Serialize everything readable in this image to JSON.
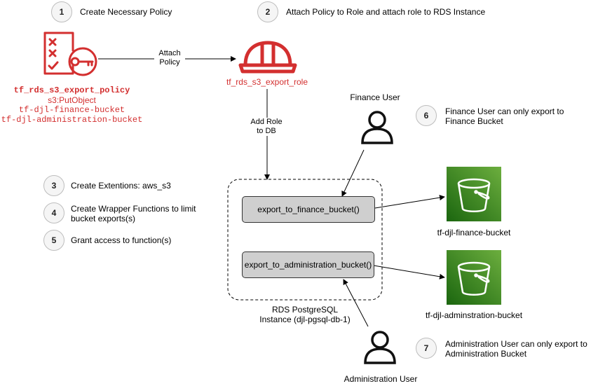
{
  "steps": [
    {
      "num": "1",
      "text": "Create Necessary Policy"
    },
    {
      "num": "2",
      "text": "Attach Policy to Role and attach role to RDS Instance"
    },
    {
      "num": "3",
      "text": "Create Extentions: aws_s3"
    },
    {
      "num": "4",
      "line1": "Create Wrapper Functions to limit",
      "line2": "bucket exports(s)"
    },
    {
      "num": "5",
      "text": "Grant access to function(s)"
    },
    {
      "num": "6",
      "line1": "Finance User can only export to",
      "line2": "Finance Bucket"
    },
    {
      "num": "7",
      "line1": "Administration User can only export to",
      "line2": "Administration Bucket"
    }
  ],
  "policy": {
    "name": "tf_rds_s3_export_policy",
    "action": "s3:PutObject",
    "bucket1": "tf-djl-finance-bucket",
    "bucket2": "tf-djl-administration-bucket",
    "icon": "policy-document-key-icon",
    "color": "#d32f2f"
  },
  "role": {
    "name": "tf_rds_s3_export_role",
    "icon": "iam-role-helmet-icon",
    "color": "#d32f2f"
  },
  "edges": {
    "attach_line1": "Attach",
    "attach_line2": "Policy",
    "addrole_line1": "Add Role",
    "addrole_line2": "to DB"
  },
  "rds": {
    "label_line1": "RDS PostgreSQL",
    "label_line2": "Instance (djl-pgsql-db-1)",
    "func1": "export_to_finance_bucket()",
    "func2": "export_to_administration_bucket()"
  },
  "users": {
    "finance": "Finance User",
    "admin": "Administration User",
    "icon": "user-icon"
  },
  "buckets": {
    "finance": "tf-djl-finance-bucket",
    "admin": "tf-djl-adminstration-bucket",
    "icon": "s3-bucket-icon",
    "color": "#3f8624"
  }
}
